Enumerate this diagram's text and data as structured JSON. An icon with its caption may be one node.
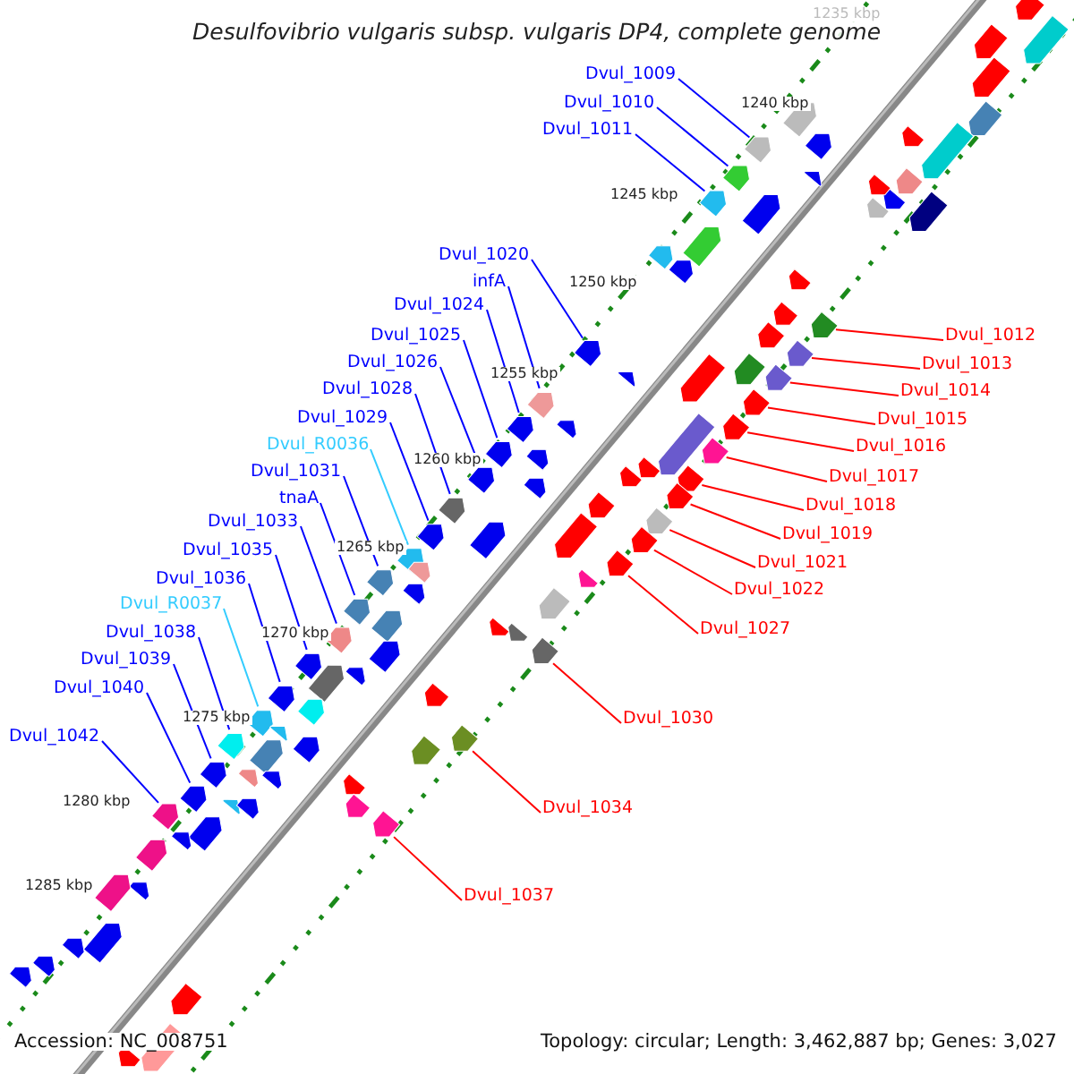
{
  "diagram": {
    "title": "Desulfovibrio vulgaris subsp. vulgaris DP4, complete genome",
    "nodes": [
      {
        "text": [
          "Dvul_1009"
        ]
      },
      {
        "text": [
          "Dvul_1010"
        ]
      },
      {
        "text": [
          "Dvul_1011"
        ]
      },
      {
        "text": [
          "Dvul_1020"
        ]
      },
      {
        "text": [
          "infA"
        ]
      },
      {
        "text": [
          "Dvul_1024"
        ]
      },
      {
        "text": [
          "Dvul_1025"
        ]
      },
      {
        "text": [
          "Dvul_1026"
        ]
      },
      {
        "text": [
          "Dvul_1028"
        ]
      },
      {
        "text": [
          "Dvul_1029"
        ]
      },
      {
        "text": [
          "Dvul_R0036"
        ]
      },
      {
        "text": [
          "Dvul_1031"
        ]
      },
      {
        "text": [
          "tnaA"
        ]
      },
      {
        "text": [
          "Dvul_1033"
        ]
      },
      {
        "text": [
          "Dvul_1035"
        ]
      },
      {
        "text": [
          "Dvul_1036"
        ]
      },
      {
        "text": [
          "Dvul_R0037"
        ]
      },
      {
        "text": [
          "Dvul_1038"
        ]
      },
      {
        "text": [
          "Dvul_1039"
        ]
      },
      {
        "text": [
          "Dvul_1040"
        ]
      },
      {
        "text": [
          "Dvul_1042"
        ]
      },
      {
        "text": [
          "Dvul_1012"
        ]
      },
      {
        "text": [
          "Dvul_1013"
        ]
      },
      {
        "text": [
          "Dvul_1014"
        ]
      },
      {
        "text": [
          "Dvul_1015"
        ]
      },
      {
        "text": [
          "Dvul_1016"
        ]
      },
      {
        "text": [
          "Dvul_1017"
        ]
      },
      {
        "text": [
          "Dvul_1018"
        ]
      },
      {
        "text": [
          "Dvul_1019"
        ]
      },
      {
        "text": [
          "Dvul_1021"
        ]
      },
      {
        "text": [
          "Dvul_1022"
        ]
      },
      {
        "text": [
          "Dvul_1027"
        ]
      },
      {
        "text": [
          "Dvul_1030"
        ]
      },
      {
        "text": [
          "Dvul_1034"
        ]
      },
      {
        "text": [
          "Dvul_1037"
        ]
      },
      {
        "text": [],
        "shape": "arrow"
      },
      {
        "text": [],
        "shape": "arrow"
      },
      {
        "text": [],
        "shape": "arrow"
      },
      {
        "text": [],
        "shape": "arrow"
      },
      {
        "text": [],
        "shape": "arrow"
      },
      {
        "text": [],
        "shape": "arrow"
      },
      {
        "text": [],
        "shape": "arrow"
      },
      {
        "text": [],
        "shape": "arrow"
      },
      {
        "text": [],
        "shape": "arrow"
      },
      {
        "text": [],
        "shape": "arrow"
      },
      {
        "text": [],
        "shape": "arrow"
      },
      {
        "text": [],
        "shape": "arrow"
      },
      {
        "text": [],
        "shape": "arrow"
      },
      {
        "text": [],
        "shape": "arrow"
      },
      {
        "text": [],
        "shape": "arrow"
      },
      {
        "text": [],
        "shape": "arrow"
      },
      {
        "text": [],
        "shape": "arrow"
      },
      {
        "text": [],
        "shape": "arrow"
      },
      {
        "text": [],
        "shape": "arrow"
      },
      {
        "text": [],
        "shape": "arrow"
      },
      {
        "text": [],
        "shape": "arrow"
      },
      {
        "text": [],
        "shape": "arrow"
      },
      {
        "text": [],
        "shape": "arrow"
      },
      {
        "text": [],
        "shape": "arrow"
      },
      {
        "text": [],
        "shape": "arrow"
      },
      {
        "text": [],
        "shape": "arrow"
      },
      {
        "text": [],
        "shape": "arrow"
      },
      {
        "text": [],
        "shape": "arrow"
      },
      {
        "text": [],
        "shape": "arrow"
      },
      {
        "text": [],
        "shape": "arrow"
      },
      {
        "text": [],
        "shape": "arrow"
      },
      {
        "text": [],
        "shape": "arrow"
      },
      {
        "text": [],
        "shape": "arrow"
      },
      {
        "text": [],
        "shape": "arrow"
      },
      {
        "text": [],
        "shape": "arrow"
      },
      {
        "text": [],
        "shape": "arrow"
      },
      {
        "text": [],
        "shape": "arrow"
      },
      {
        "text": [],
        "shape": "arrow"
      },
      {
        "text": [],
        "shape": "arrow"
      },
      {
        "text": [],
        "shape": "arrow"
      },
      {
        "text": [],
        "shape": "arrow"
      },
      {
        "text": [],
        "shape": "arrow"
      },
      {
        "text": [],
        "shape": "arrow"
      },
      {
        "text": [],
        "shape": "arrow"
      },
      {
        "text": [],
        "shape": "arrow"
      },
      {
        "text": [],
        "shape": "arrow"
      },
      {
        "text": [],
        "shape": "arrow"
      },
      {
        "text": [],
        "shape": "arrow"
      },
      {
        "text": [],
        "shape": "arrow"
      },
      {
        "text": [],
        "shape": "arrow"
      },
      {
        "text": [],
        "shape": "arrow"
      },
      {
        "text": [],
        "shape": "arrow"
      },
      {
        "text": [],
        "shape": "arrow"
      },
      {
        "text": [],
        "shape": "arrow"
      },
      {
        "text": [],
        "shape": "arrow"
      },
      {
        "text": [],
        "shape": "arrow"
      },
      {
        "text": [],
        "shape": "arrow"
      },
      {
        "text": [],
        "shape": "arrow"
      },
      {
        "text": [],
        "shape": "arrow"
      },
      {
        "text": [],
        "shape": "arrow"
      },
      {
        "text": [],
        "shape": "arrow"
      },
      {
        "text": [],
        "shape": "arrow"
      },
      {
        "text": [],
        "shape": "arrow"
      },
      {
        "text": [],
        "shape": "arrow"
      },
      {
        "text": [],
        "shape": "arrow"
      },
      {
        "text": [],
        "shape": "arrow"
      },
      {
        "text": [],
        "shape": "arrow"
      },
      {
        "text": [],
        "shape": "arrow"
      },
      {
        "text": [],
        "shape": "arrow"
      },
      {
        "text": [],
        "shape": "arrow"
      },
      {
        "text": [],
        "shape": "arrow"
      },
      {
        "text": [],
        "shape": "arrow"
      },
      {
        "text": [],
        "shape": "arrow"
      },
      {
        "text": [],
        "shape": "arrow"
      },
      {
        "text": [],
        "shape": "arrow"
      },
      {
        "text": [],
        "shape": "arrow"
      },
      {
        "text": [],
        "shape": "arrow"
      },
      {
        "text": [],
        "shape": "arrow"
      },
      {
        "text": [],
        "shape": "arrow"
      },
      {
        "text": [],
        "shape": "arrow"
      },
      {
        "text": [],
        "shape": "arrow"
      },
      {
        "text": [],
        "shape": "arrow"
      },
      {
        "text": [],
        "shape": "arrow"
      },
      {
        "text": [],
        "shape": "arrow"
      },
      {
        "text": [],
        "shape": "arrow"
      },
      {
        "text": [],
        "shape": "arrow"
      },
      {
        "text": [],
        "shape": "arrow"
      },
      {
        "text": [],
        "shape": "arrow"
      },
      {
        "text": [],
        "shape": "arrow"
      },
      {
        "text": [],
        "shape": "arrow"
      },
      {
        "text": [],
        "shape": "arrow"
      },
      {
        "text": [],
        "shape": "arrow"
      },
      {
        "text": [],
        "shape": "arrow"
      },
      {
        "text": [],
        "shape": "arrow"
      },
      {
        "text": [],
        "shape": "arrow"
      },
      {
        "text": [],
        "shape": "arrow"
      },
      {
        "text": [],
        "shape": "arrow"
      },
      {
        "text": [],
        "shape": "arrow"
      },
      {
        "text": [],
        "shape": "arrow"
      },
      {
        "text": [],
        "shape": "arrow"
      },
      {
        "text": [],
        "shape": "arrow"
      },
      {
        "text": [],
        "shape": "arrow"
      },
      {
        "text": [],
        "shape": "arrow"
      }
    ],
    "edges": [
      {
        "from": 0,
        "to": 35,
        "arrow": "none"
      },
      {
        "from": 1,
        "to": 36,
        "arrow": "none"
      },
      {
        "from": 2,
        "to": 37,
        "arrow": "none"
      },
      {
        "from": 3,
        "to": 38,
        "arrow": "none"
      },
      {
        "from": 4,
        "to": 39,
        "arrow": "none"
      },
      {
        "from": 5,
        "to": 40,
        "arrow": "none"
      },
      {
        "from": 6,
        "to": 41,
        "arrow": "none"
      },
      {
        "from": 7,
        "to": 42,
        "arrow": "none"
      },
      {
        "from": 8,
        "to": 43,
        "arrow": "none"
      },
      {
        "from": 9,
        "to": 44,
        "arrow": "none"
      },
      {
        "from": 10,
        "to": 45,
        "arrow": "none",
        "color": "#33ccff"
      },
      {
        "from": 11,
        "to": 46,
        "arrow": "none"
      },
      {
        "from": 12,
        "to": 47,
        "arrow": "none"
      },
      {
        "from": 13,
        "to": 48,
        "arrow": "none"
      },
      {
        "from": 14,
        "to": 49,
        "arrow": "none"
      },
      {
        "from": 15,
        "to": 50,
        "arrow": "none"
      },
      {
        "from": 16,
        "to": 51,
        "arrow": "none",
        "color": "#33ccff"
      },
      {
        "from": 17,
        "to": 52,
        "arrow": "none"
      },
      {
        "from": 18,
        "to": 53,
        "arrow": "none"
      },
      {
        "from": 19,
        "to": 54,
        "arrow": "none"
      },
      {
        "from": 20,
        "to": 55,
        "arrow": "none"
      },
      {
        "from": 21,
        "to": 56,
        "arrow": "none",
        "color": "#ff0000"
      },
      {
        "from": 22,
        "to": 57,
        "arrow": "none",
        "color": "#ff0000"
      },
      {
        "from": 23,
        "to": 58,
        "arrow": "none",
        "color": "#ff0000"
      },
      {
        "from": 24,
        "to": 59,
        "arrow": "none",
        "color": "#ff0000"
      },
      {
        "from": 25,
        "to": 60,
        "arrow": "none",
        "color": "#ff0000"
      },
      {
        "from": 26,
        "to": 61,
        "arrow": "none",
        "color": "#ff0000"
      },
      {
        "from": 27,
        "to": 62,
        "arrow": "none",
        "color": "#ff0000"
      },
      {
        "from": 28,
        "to": 63,
        "arrow": "none",
        "color": "#ff0000"
      },
      {
        "from": 29,
        "to": 64,
        "arrow": "none",
        "color": "#ff0000"
      },
      {
        "from": 30,
        "to": 65,
        "arrow": "none",
        "color": "#ff0000"
      },
      {
        "from": 31,
        "to": 66,
        "arrow": "none",
        "color": "#ff0000"
      },
      {
        "from": 32,
        "to": 67,
        "arrow": "none",
        "color": "#ff0000"
      },
      {
        "from": 33,
        "to": 68,
        "arrow": "none",
        "color": "#ff0000"
      },
      {
        "from": 34,
        "to": 69,
        "arrow": "none",
        "color": "#ff0000"
      }
    ],
    "labels": [
      "1235 kbp",
      "1240 kbp",
      "1245 kbp",
      "1250 kbp",
      "1255 kbp",
      "1260 kbp",
      "1265 kbp",
      "1270 kbp",
      "1275 kbp",
      "1280 kbp",
      "1285 kbp",
      "Accession: NC_008751",
      "Topology: circular; Length: 3,462,887 bp; Genes: 3,027"
    ]
  }
}
